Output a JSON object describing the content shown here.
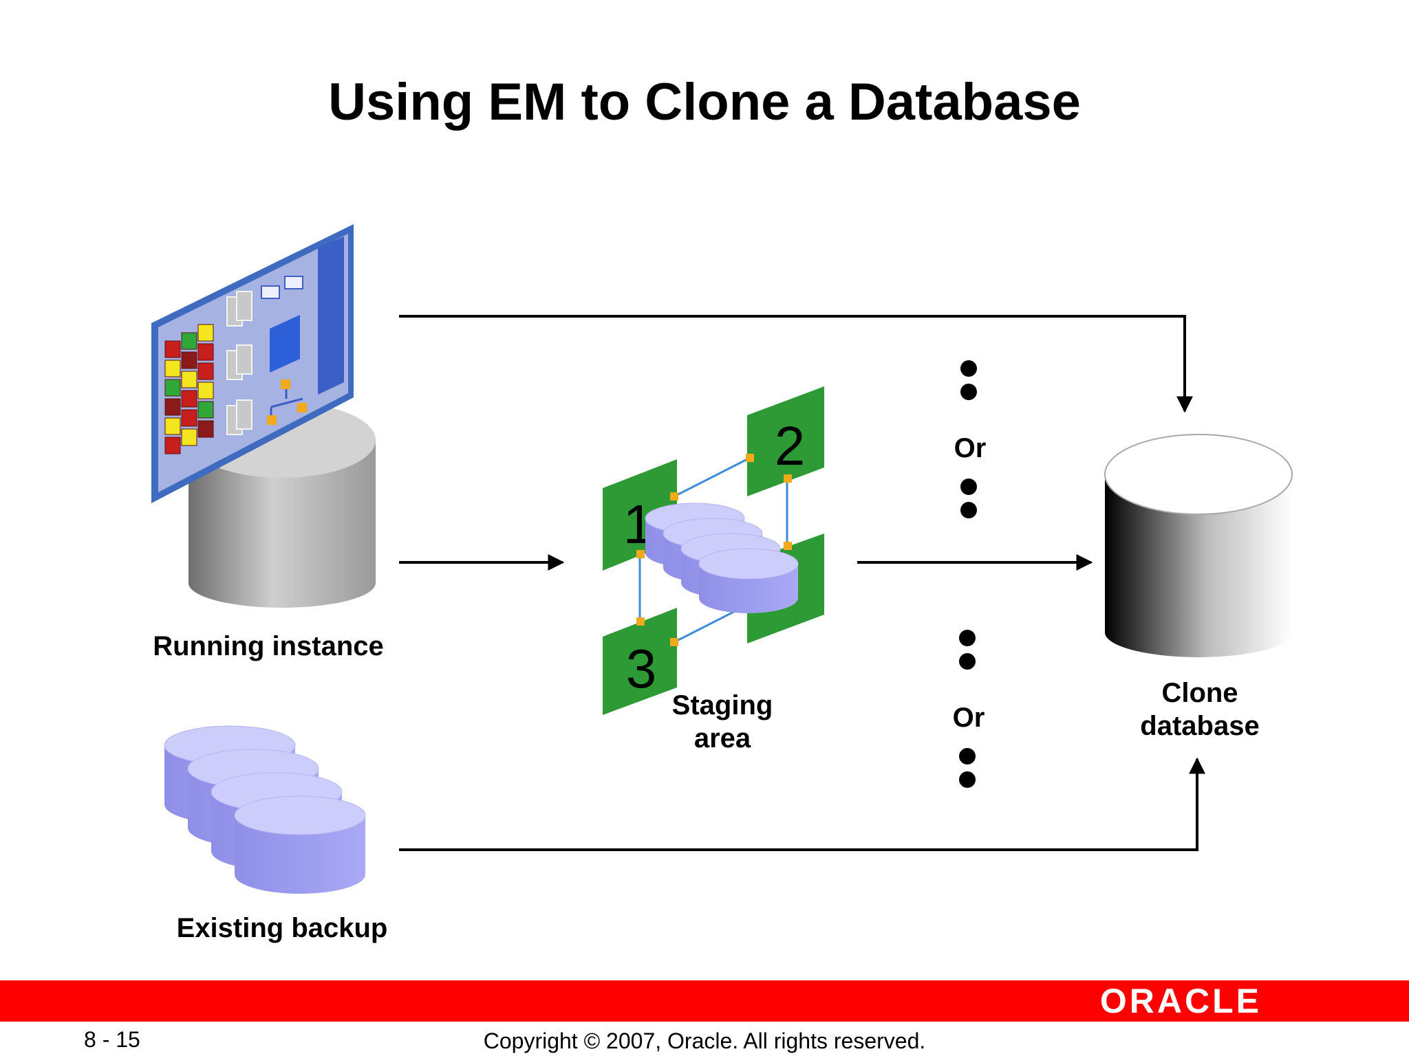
{
  "slide": {
    "title": "Using EM to Clone a Database"
  },
  "labels": {
    "running_instance": "Running instance",
    "existing_backup": "Existing backup",
    "staging_line1": "Staging",
    "staging_line2": "area",
    "or_top": "Or",
    "or_bottom": "Or",
    "clone_line1": "Clone",
    "clone_line2": "database"
  },
  "staging_panels": [
    "1",
    "2",
    "3"
  ],
  "footer": {
    "page": "8 - 15",
    "copyright": "Copyright © 2007, Oracle. All rights reserved.",
    "logo": "ORACLE"
  },
  "colors": {
    "footer_red": "#ff0000",
    "panel_green": "#2e9a35",
    "disk_lavender": "#a5a5f2",
    "connector_blue": "#3c8cdc"
  }
}
